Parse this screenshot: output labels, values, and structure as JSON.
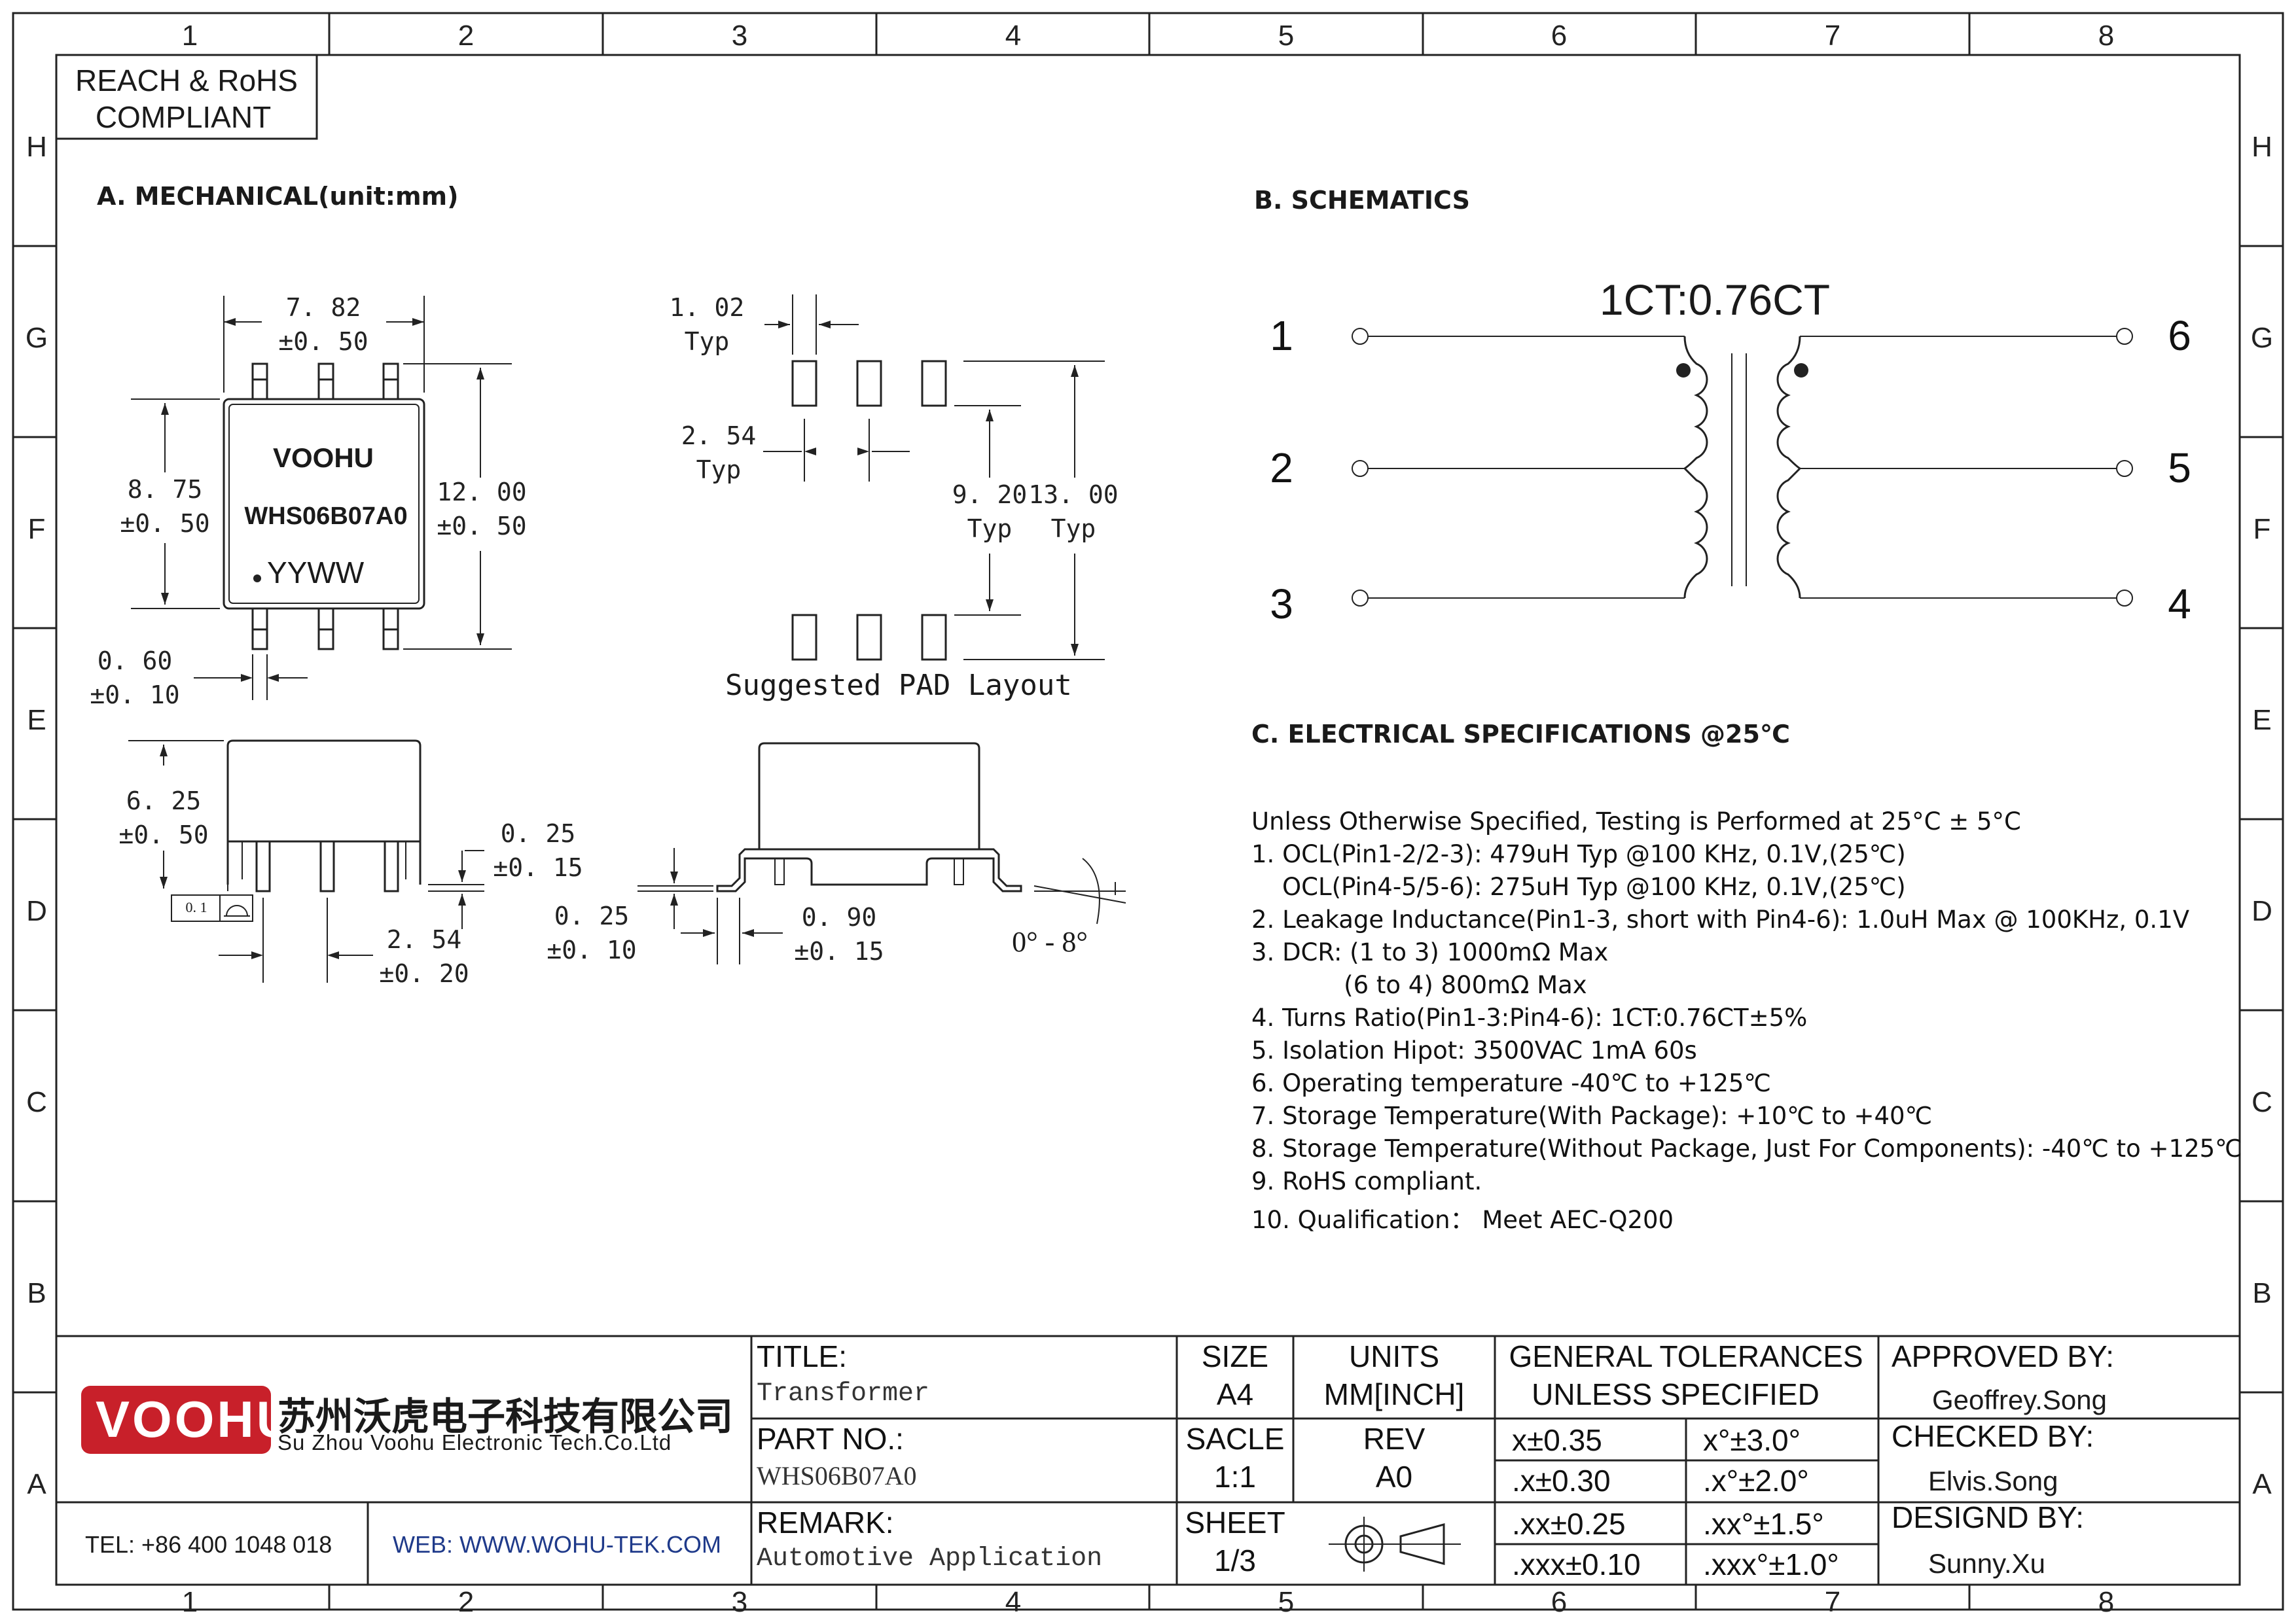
{
  "grid": {
    "columns": [
      "1",
      "2",
      "3",
      "4",
      "5",
      "6",
      "7",
      "8"
    ],
    "rows": [
      "H",
      "G",
      "F",
      "E",
      "D",
      "C",
      "B",
      "A"
    ]
  },
  "compliance": {
    "line1": "REACH & RoHS",
    "line2": "COMPLIANT"
  },
  "mechanical": {
    "title": "A. MECHANICAL(unit:mm)",
    "top_view": {
      "brand": "VOOHU",
      "part": "WHS06B07A0",
      "datecode": "YYWW",
      "width": "7. 82",
      "width_tol": "±0. 50",
      "body_h": "8. 75",
      "body_h_tol": "±0. 50",
      "total_h": "12. 00",
      "total_h_tol": "±0. 50",
      "lead_w": "0. 60",
      "lead_w_tol": "±0. 10"
    },
    "pad_layout": {
      "caption": "Suggested PAD Layout",
      "pad_w": "1. 02",
      "pad_w_note": "Typ",
      "pitch": "2. 54",
      "pitch_note": "Typ",
      "inner": "9. 20",
      "inner_note": "Typ",
      "outer": "13. 00",
      "outer_note": "Typ"
    },
    "side_view": {
      "height": "6. 25",
      "height_tol": "±0. 50",
      "standoff": "0. 25",
      "standoff_tol": "±0. 15",
      "flatness": "0. 1",
      "pitch": "2. 54",
      "pitch_tol": "±0. 20"
    },
    "end_view": {
      "lead_t": "0. 25",
      "lead_t_tol": "±0. 10",
      "foot": "0. 90",
      "foot_tol": "±0. 15",
      "angle": "0° - 8°"
    }
  },
  "schematic": {
    "title": "B. SCHEMATICS",
    "ratio": "1CT:0.76CT",
    "pins_left": [
      "1",
      "2",
      "3"
    ],
    "pins_right": [
      "6",
      "5",
      "4"
    ]
  },
  "electrical": {
    "title": "C. ELECTRICAL SPECIFICATIONS @25℃",
    "lines": [
      "Unless Otherwise Specified, Testing is Performed at 25°C ± 5°C",
      "1. OCL(Pin1-2/2-3): 479uH Typ @100 KHz, 0.1V,(25℃)",
      "    OCL(Pin4-5/5-6): 275uH Typ @100 KHz, 0.1V,(25℃)",
      "2. Leakage Inductance(Pin1-3, short with Pin4-6): 1.0uH Max @ 100KHz, 0.1V",
      "3. DCR: (1 to 3) 1000mΩ Max",
      "            (6 to 4) 800mΩ Max",
      "4. Turns Ratio(Pin1-3:Pin4-6): 1CT:0.76CT±5%",
      "5. Isolation Hipot: 3500VAC 1mA 60s",
      "6. Operating temperature -40℃ to +125℃",
      "7. Storage Temperature(With Package): +10℃ to +40℃",
      "8. Storage Temperature(Without Package, Just For Components): -40℃ to +125℃",
      "9. RoHS compliant.",
      "10. Qualification：  Meet AEC-Q200"
    ]
  },
  "title_block": {
    "logo": "VOOHU",
    "company_cn": "苏州沃虎电子科技有限公司",
    "company_en": "Su Zhou Voohu Electronic Tech.Co.Ltd",
    "tel": "TEL: +86 400 1048 018",
    "web": "WEB: WWW.WOHU-TEK.COM",
    "title_label": "TITLE:",
    "title_value": "Transformer",
    "part_label": "PART NO.:",
    "part_value": "WHS06B07A0",
    "remark_label": "REMARK:",
    "remark_value": "Automotive Application",
    "size_label": "SIZE",
    "size_value": "A4",
    "units_label": "UNITS",
    "units_value": "MM[INCH]",
    "scale_label": "SACLE",
    "scale_value": "1:1",
    "rev_label": "REV",
    "rev_value": "A0",
    "sheet_label": "SHEET",
    "sheet_value": "1/3",
    "tol_title1": "GENERAL TOLERANCES",
    "tol_title2": "UNLESS SPECIFIED",
    "tolerances": [
      [
        "x±0.35",
        "x°±3.0°"
      ],
      [
        ".x±0.30",
        ".x°±2.0°"
      ],
      [
        ".xx±0.25",
        ".xx°±1.5°"
      ],
      [
        ".xxx±0.10",
        ".xxx°±1.0°"
      ]
    ],
    "approved_label": "APPROVED BY:",
    "approved_value": "Geoffrey.Song",
    "checked_label": "CHECKED BY:",
    "checked_value": "Elvis.Song",
    "designed_label": "DESIGND BY:",
    "designed_value": "Sunny.Xu"
  },
  "colors": {
    "logo_red": "#c8202a",
    "ink": "#1a1a1a",
    "web_blue": "#1f3a8a"
  }
}
